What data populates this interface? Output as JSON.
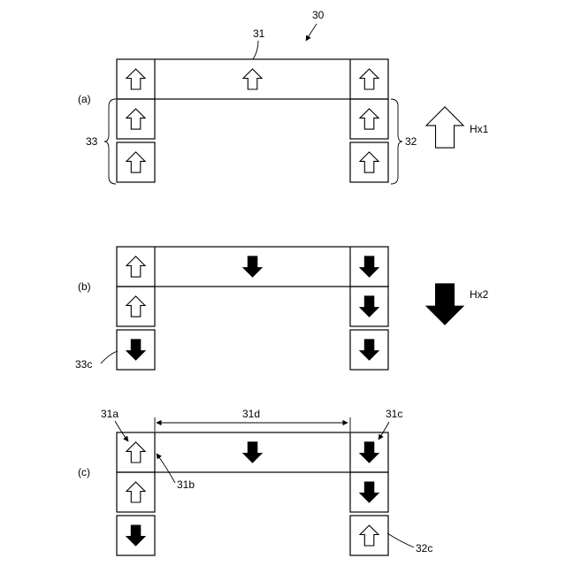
{
  "figure": {
    "ref_main": "30",
    "labels": {
      "top_member": "31",
      "right_leg": "32",
      "left_leg": "33",
      "left_bottom_c": "33c",
      "right_bottom_c": "32c",
      "corner_a": "31a",
      "corner_b": "31b",
      "corner_c": "31c",
      "span_d": "31d"
    },
    "panels": [
      {
        "id": "a",
        "tag": "(a)",
        "field_label": "Hx1",
        "field_direction": "up",
        "cells": {
          "left": [
            "up",
            "up",
            "up"
          ],
          "top": "up",
          "right": [
            "up",
            "up",
            "up"
          ]
        }
      },
      {
        "id": "b",
        "tag": "(b)",
        "field_label": "Hx2",
        "field_direction": "down",
        "cells": {
          "left": [
            "up",
            "up",
            "down"
          ],
          "top": "down",
          "right": [
            "down",
            "down",
            "down"
          ]
        }
      },
      {
        "id": "c",
        "tag": "(c)",
        "field_label": "",
        "field_direction": "",
        "cells": {
          "left": [
            "up",
            "up",
            "down"
          ],
          "top": "down",
          "right": [
            "down",
            "down",
            "up"
          ]
        }
      }
    ]
  }
}
